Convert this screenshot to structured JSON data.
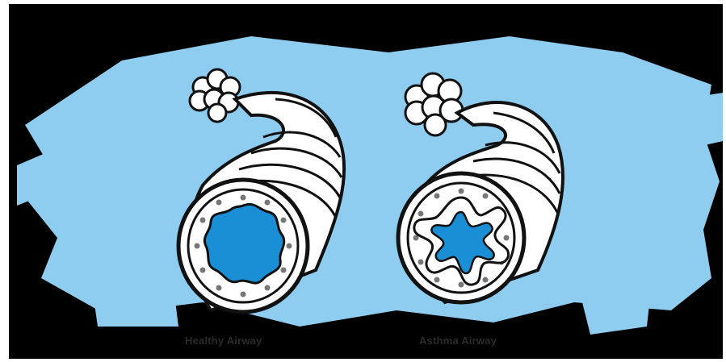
{
  "captions": {
    "healthy": "Healthy Airway",
    "asthma": "Asthma Airway"
  },
  "colors": {
    "background": "#000000",
    "scribble": "#8ecdf0",
    "lumen": "#1a8fd6",
    "outline": "#111111",
    "tube": "#ffffff"
  },
  "illustrations": [
    {
      "name": "healthy-airway",
      "description_key": "captions.healthy"
    },
    {
      "name": "asthma-airway",
      "description_key": "captions.asthma"
    }
  ]
}
